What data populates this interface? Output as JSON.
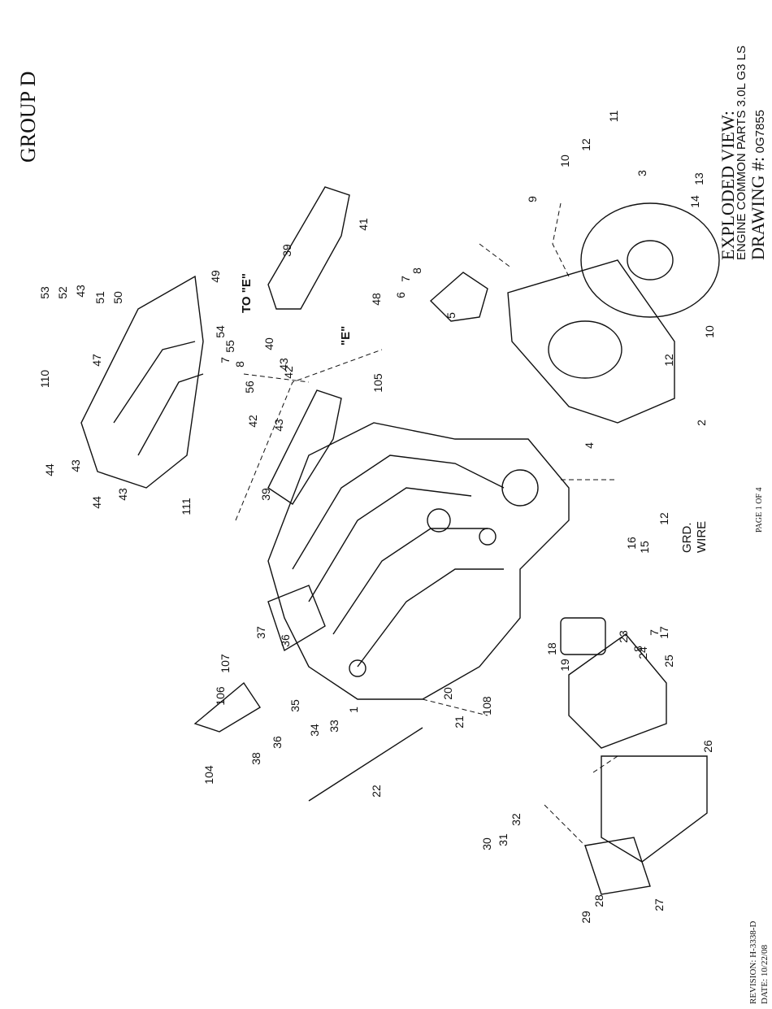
{
  "header": {
    "group": "GROUP D"
  },
  "title_block": {
    "line1": "EXPLODED VIEW:",
    "line2": "ENGINE COMMON PARTS 3.0L G3 LS",
    "line3_label": "DRAWING #:",
    "line3_value": "0G7855"
  },
  "footer": {
    "revision_label": "REVISION:",
    "revision": "H-3338-D",
    "date_label": "DATE:",
    "date": "10/22/08",
    "page": "PAGE 1 OF 4"
  },
  "diagram_labels": {
    "to_e": "TO \"E\"",
    "e_marker": "\"E\"",
    "grd": "GRD.",
    "wire": "WIRE"
  },
  "callouts": [
    "1",
    "2",
    "3",
    "4",
    "5",
    "6",
    "7",
    "7",
    "7",
    "8",
    "8",
    "8",
    "9",
    "10",
    "10",
    "11",
    "12",
    "12",
    "12",
    "13",
    "14",
    "15",
    "16",
    "17",
    "18",
    "19",
    "20",
    "21",
    "22",
    "23",
    "24",
    "25",
    "26",
    "27",
    "28",
    "29",
    "30",
    "31",
    "32",
    "33",
    "34",
    "35",
    "36",
    "36",
    "37",
    "38",
    "39",
    "39",
    "40",
    "41",
    "42",
    "42",
    "43",
    "43",
    "43",
    "43",
    "43",
    "44",
    "44",
    "47",
    "48",
    "49",
    "50",
    "51",
    "52",
    "53",
    "54",
    "55",
    "56",
    "104",
    "105",
    "106",
    "107",
    "108",
    "110",
    "111"
  ]
}
